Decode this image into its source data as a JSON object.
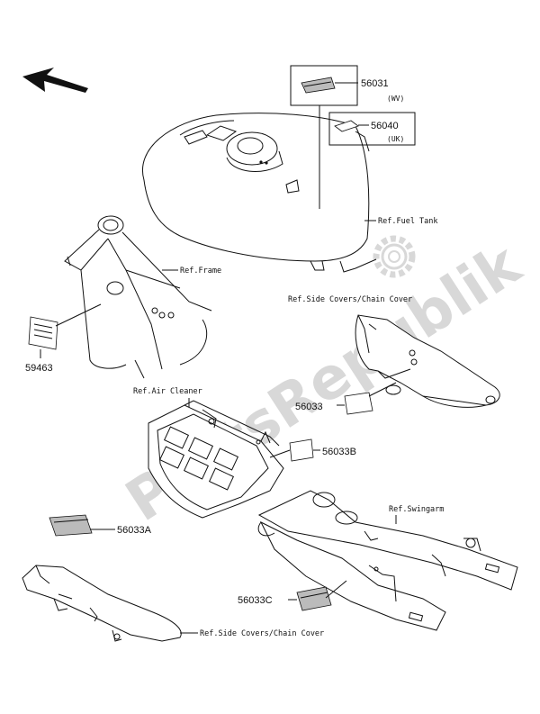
{
  "watermark": "PartsRepublik",
  "icons": [
    "direction-arrow-icon",
    "gear-icon"
  ],
  "parts": {
    "p56031": "56031",
    "p56040": "56040",
    "p59463": "59463",
    "p56033": "56033",
    "p56033B": "56033B",
    "p56033A": "56033A",
    "p56033C": "56033C"
  },
  "variants": {
    "wv": "(WV)",
    "uk": "(UK)"
  },
  "references": {
    "fuel_tank": "Ref.Fuel Tank",
    "frame": "Ref.Frame",
    "side_covers_top": "Ref.Side Covers/Chain Cover",
    "air_cleaner": "Ref.Air Cleaner",
    "swingarm": "Ref.Swingarm",
    "side_covers_bottom": "Ref.Side Covers/Chain Cover"
  }
}
